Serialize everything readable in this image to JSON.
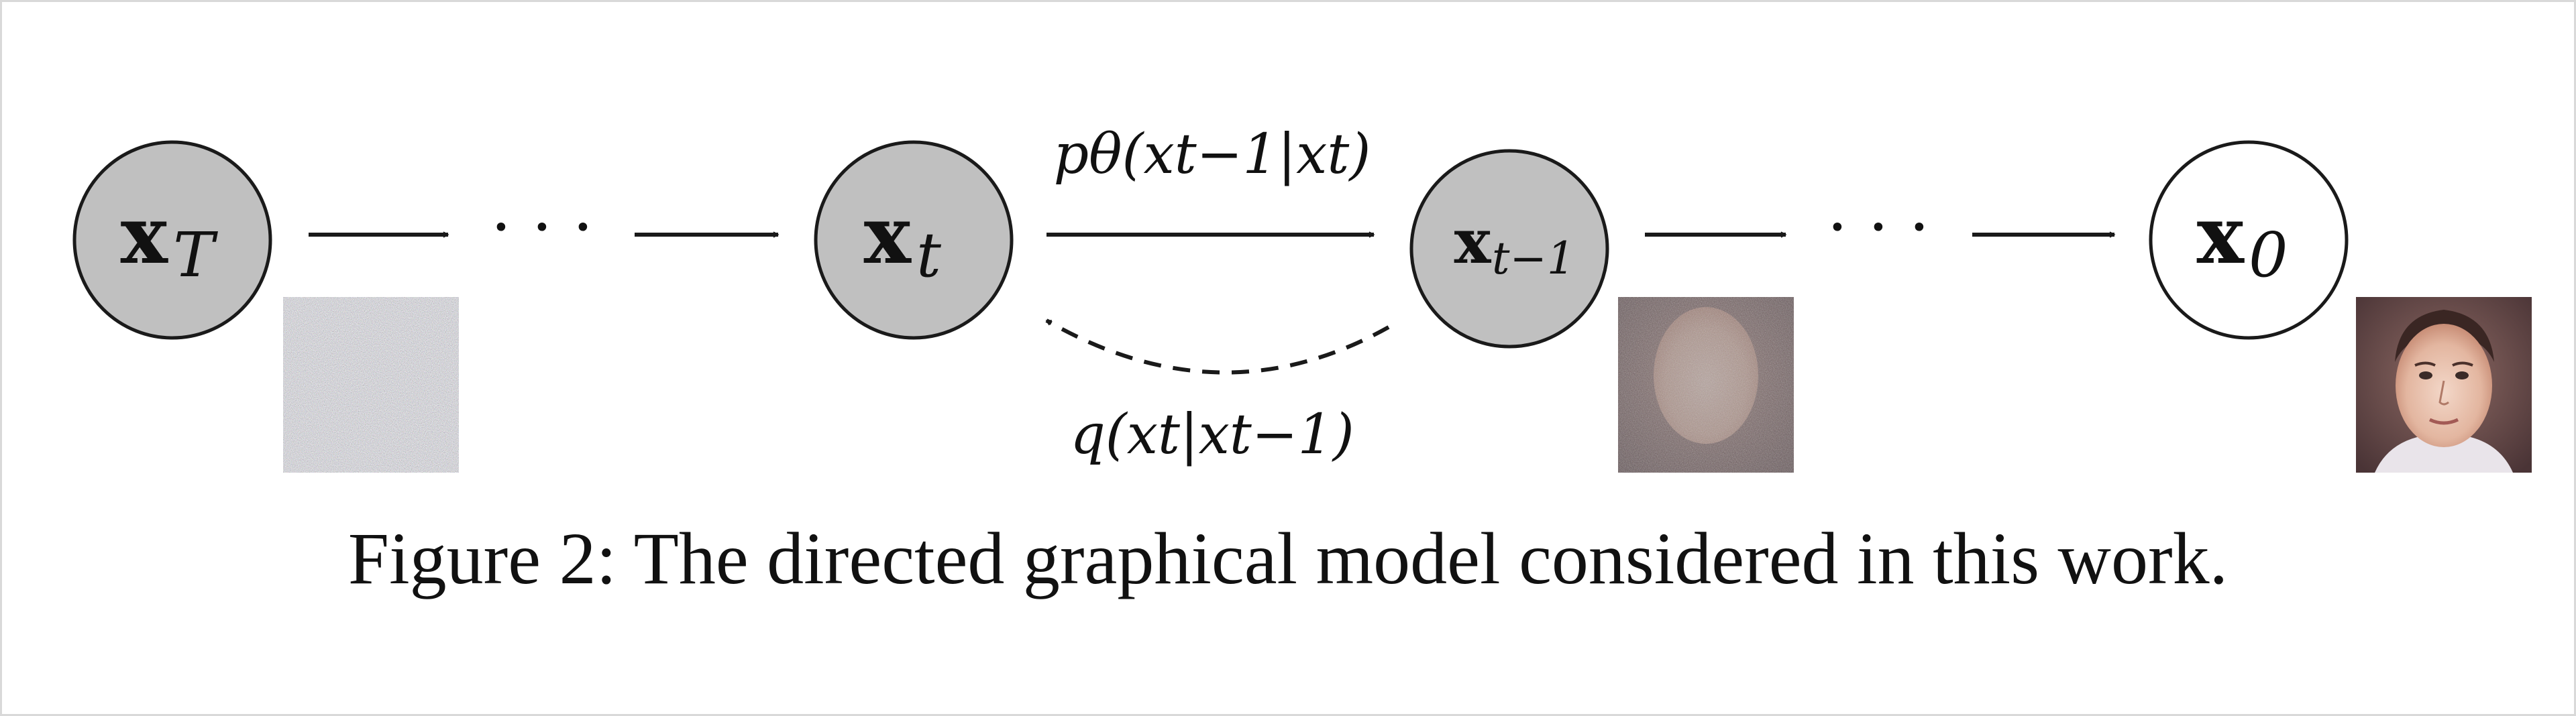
{
  "nodes": [
    {
      "id": "xT",
      "main": "x",
      "sub": "T",
      "fill": "#c0c0c0"
    },
    {
      "id": "xt",
      "main": "x",
      "sub": "t",
      "fill": "#c0c0c0"
    },
    {
      "id": "xt1",
      "main": "x",
      "sub": "t−1",
      "fill": "#c0c0c0"
    },
    {
      "id": "x0",
      "main": "x",
      "sub": "0",
      "fill": "#ffffff"
    }
  ],
  "ellipsis": "· · ·",
  "edges": {
    "reverse_label": "pθ(xt−1|xt)",
    "forward_label": "q(xt|xt−1)"
  },
  "images": {
    "noise_full": "noise-image",
    "noise_partial": "noisy-face-image",
    "face_clean": "face-image"
  },
  "colors": {
    "stroke": "#1a1a1a",
    "node_shaded": "#c0c0c0",
    "node_clear": "#ffffff"
  },
  "caption": "Figure 2: The directed graphical model considered in this work."
}
